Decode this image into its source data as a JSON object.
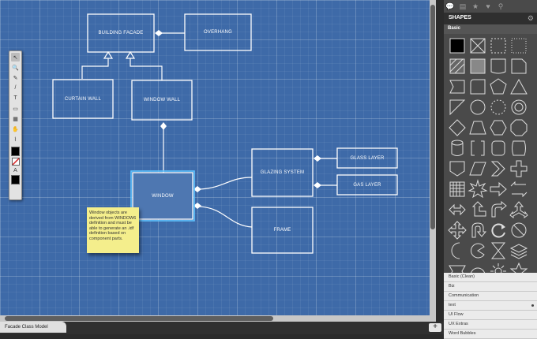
{
  "canvas": {
    "nodes": [
      {
        "id": "building",
        "label": "BUILDING FACADE",
        "selected": false
      },
      {
        "id": "overhang",
        "label": "OVERHANG",
        "selected": false
      },
      {
        "id": "curtain",
        "label": "CURTAIN WALL",
        "selected": false
      },
      {
        "id": "window_wall",
        "label": "WINDOW WALL",
        "selected": false
      },
      {
        "id": "window",
        "label": "WINDOW",
        "selected": true
      },
      {
        "id": "glazing",
        "label": "GLAZING SYSTEM",
        "selected": false
      },
      {
        "id": "glass",
        "label": "GLASS LAYER",
        "selected": false
      },
      {
        "id": "gas",
        "label": "GAS LAYER",
        "selected": false
      },
      {
        "id": "frame",
        "label": "FRAME",
        "selected": false
      }
    ],
    "note": "Window objects are derived from WINDOW6 definition and must be able to generate an .idf definition based on component parts."
  },
  "toolbox": {
    "tools": [
      {
        "name": "pointer-tool-icon",
        "glyph": "↖",
        "active": true
      },
      {
        "name": "zoom-tool-icon",
        "glyph": "🔍",
        "active": false
      },
      {
        "name": "pencil-tool-icon",
        "glyph": "✎",
        "active": false
      },
      {
        "name": "line-tool-icon",
        "glyph": "/",
        "active": false
      },
      {
        "name": "text-tool-icon",
        "glyph": "T",
        "active": false
      },
      {
        "name": "shape-tool-icon",
        "glyph": "▭",
        "active": false
      },
      {
        "name": "image-tool-icon",
        "glyph": "▦",
        "active": false
      },
      {
        "name": "hand-tool-icon",
        "glyph": "✋",
        "active": false
      },
      {
        "name": "dropper-tool-icon",
        "glyph": "⌇",
        "active": false
      }
    ],
    "fill_color": "#000000",
    "line_color": "#d62020",
    "text_label": "A",
    "text_color": "#000000"
  },
  "bottom": {
    "page_tab": "Facade Class Model",
    "add_label": "+"
  },
  "panel": {
    "tabs": [
      {
        "name": "comments-tab-icon",
        "glyph": "💬",
        "active": true
      },
      {
        "name": "pages-tab-icon",
        "glyph": "▤",
        "active": false
      },
      {
        "name": "favorites-tab-icon",
        "glyph": "★",
        "active": false
      },
      {
        "name": "likes-tab-icon",
        "glyph": "♥",
        "active": false
      },
      {
        "name": "search-tab-icon",
        "glyph": "⚲",
        "active": false
      }
    ],
    "title": "SHAPES",
    "gear": "⚙",
    "section": "Basic",
    "libraries": [
      {
        "name": "Basic (Clean)",
        "dot": false
      },
      {
        "name": "Biz",
        "dot": false
      },
      {
        "name": "Communication",
        "dot": false
      },
      {
        "name": "text",
        "dot": true
      },
      {
        "name": "UI Flow",
        "dot": false
      },
      {
        "name": "UX Extras",
        "dot": false
      },
      {
        "name": "Word Bubbles",
        "dot": false
      }
    ]
  }
}
